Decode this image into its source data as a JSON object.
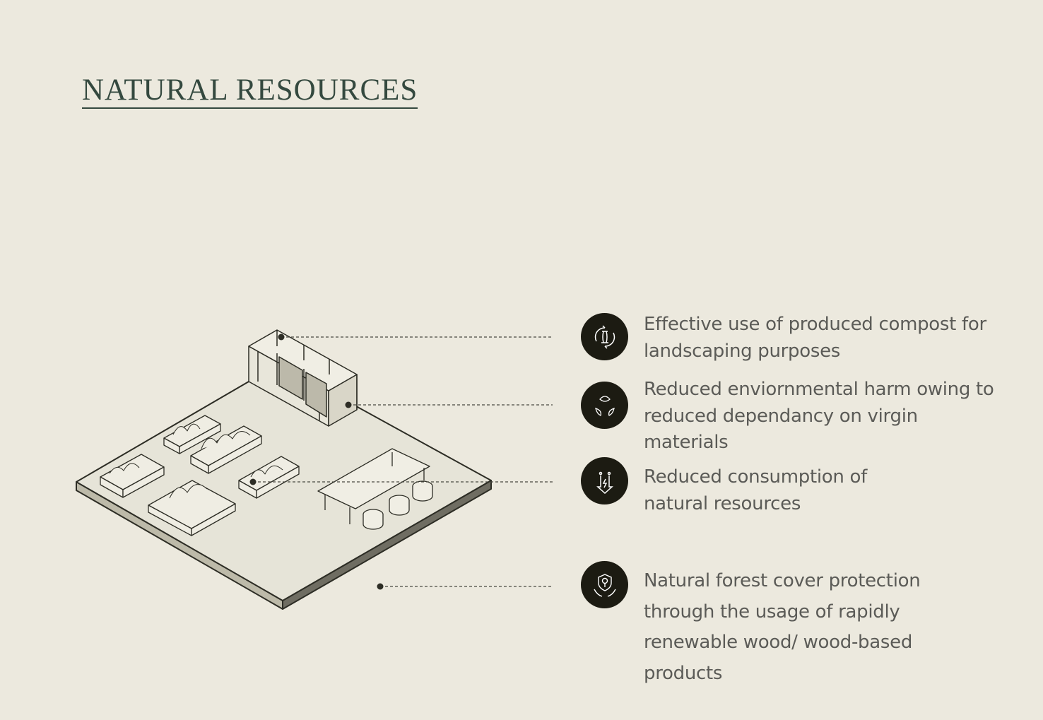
{
  "title": "NATURAL RESOURCES",
  "items": [
    {
      "icon": "compost-recycle-icon",
      "text": "Effective use of produced compost for landscaping purposes"
    },
    {
      "icon": "leaves-cycle-icon",
      "text": "Reduced enviornmental harm owing to reduced dependancy on virgin materials"
    },
    {
      "icon": "reduce-energy-icon",
      "text": "Reduced consumption of natural resources"
    },
    {
      "icon": "forest-protection-icon",
      "text": "Natural forest cover protection through the usage of rapidly renewable wood/ wood-based products"
    }
  ],
  "colors": {
    "background": "#ece9de",
    "title": "#34493f",
    "icon_bg": "#1c1b12",
    "text": "#5b5b57"
  }
}
